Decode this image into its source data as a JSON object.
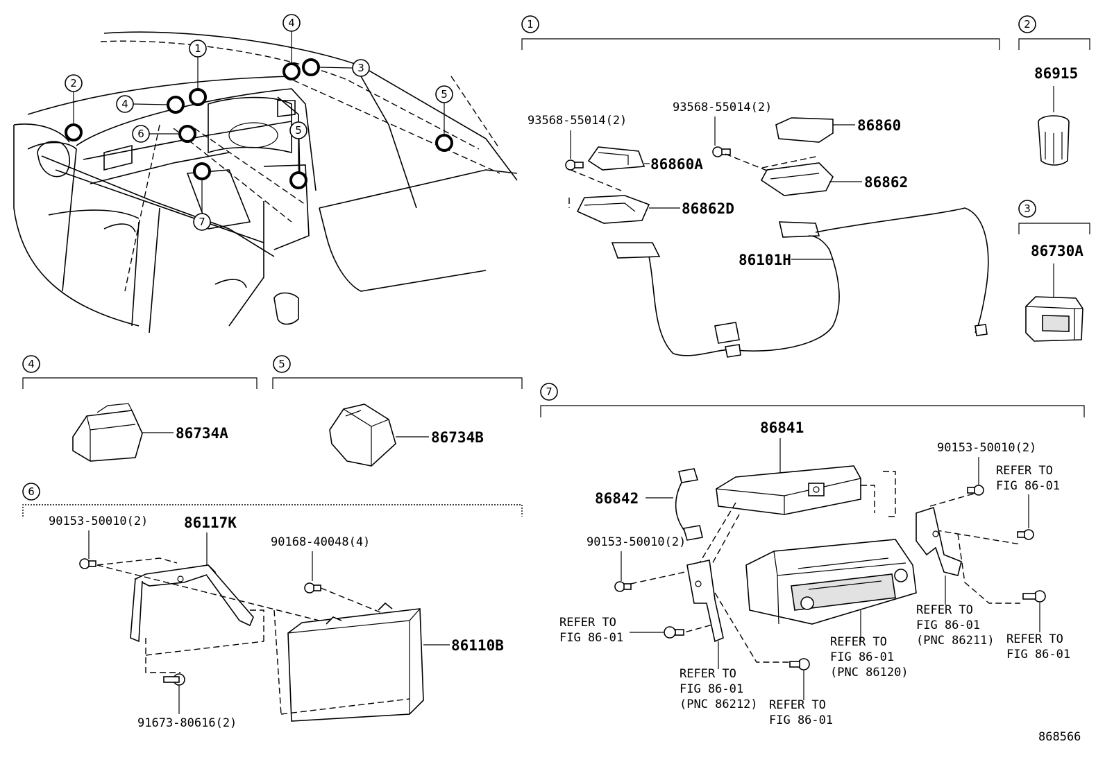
{
  "diagram_id": "868566",
  "callouts": {
    "c1": "1",
    "c2": "2",
    "c3": "3",
    "c4": "4",
    "c5": "5",
    "c6": "6",
    "c7": "7"
  },
  "parts": {
    "p86915": "86915",
    "p86730A": "86730A",
    "p86860": "86860",
    "p86860A": "86860A",
    "p86862": "86862",
    "p86862D": "86862D",
    "p86101H": "86101H",
    "p86734A": "86734A",
    "p86734B": "86734B",
    "p86117K": "86117K",
    "p86110B": "86110B",
    "p86841": "86841",
    "p86842": "86842"
  },
  "fasteners": {
    "f93568_a": "93568-55014(2)",
    "f93568_b": "93568-55014(2)",
    "f90153_s6": "90153-50010(2)",
    "f90168": "90168-40048(4)",
    "f91673": "91673-80616(2)",
    "f90153_s7a": "90153-50010(2)",
    "f90153_s7b": "90153-50010(2)"
  },
  "refs": {
    "r1": [
      "REFER TO",
      "FIG 86-01"
    ],
    "r2": [
      "REFER TO",
      "FIG 86-01"
    ],
    "r3": [
      "REFER TO",
      "FIG 86-01",
      "(PNC 86211)"
    ],
    "r4": [
      "REFER TO",
      "FIG 86-01"
    ],
    "r5": [
      "REFER TO",
      "FIG 86-01",
      "(PNC 86120)"
    ],
    "r6": [
      "REFER TO",
      "FIG 86-01",
      "(PNC 86212)"
    ],
    "r7": [
      "REFER TO",
      "FIG 86-01"
    ]
  }
}
